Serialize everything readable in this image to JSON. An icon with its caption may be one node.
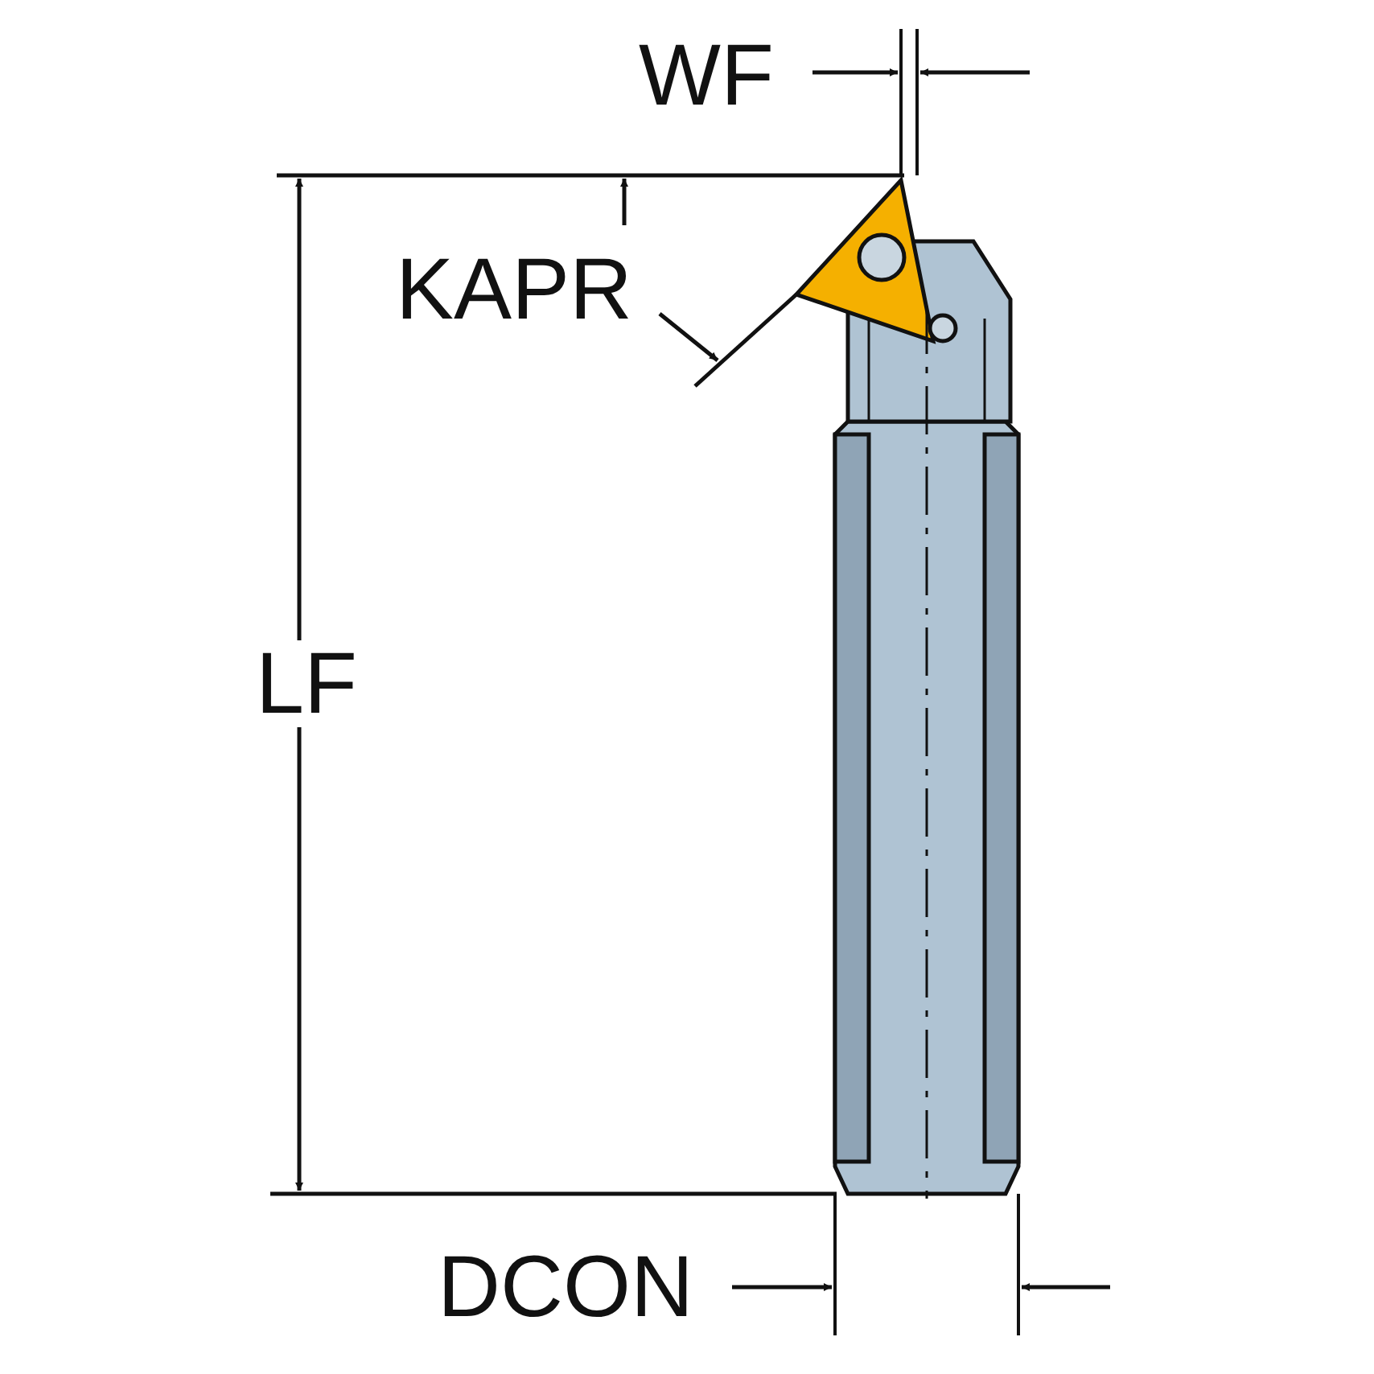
{
  "diagram": {
    "labels": [
      "WF",
      "KAPR",
      "LF",
      "DCON"
    ]
  }
}
